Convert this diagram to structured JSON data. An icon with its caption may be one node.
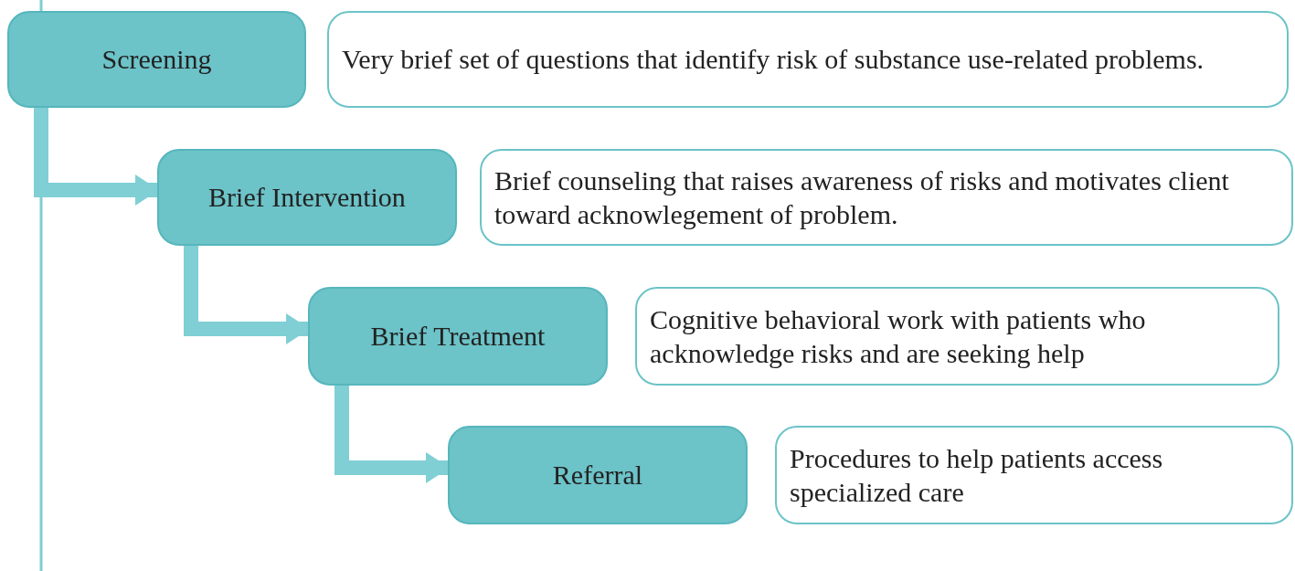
{
  "diagram": {
    "nodes": [
      {
        "text": [
          "Screening"
        ]
      },
      {
        "text": [
          "Very brief set of questions that identify risk of substance use-related problems."
        ]
      },
      {
        "text": [
          "Brief Intervention"
        ]
      },
      {
        "text": [
          "Brief counseling that raises awareness of risks and motivates client toward acknowlegement of problem."
        ]
      },
      {
        "text": [
          "Brief Treatment"
        ]
      },
      {
        "text": [
          "Cognitive behavioral work with patients who acknowledge risks and are seeking help"
        ]
      },
      {
        "text": [
          "Referral"
        ]
      },
      {
        "text": [
          "Procedures to help patients access specialized care"
        ]
      }
    ],
    "edges": [
      {
        "from": 0,
        "to": 2,
        "arrow": "to"
      },
      {
        "from": 2,
        "to": 4,
        "arrow": "to"
      },
      {
        "from": 4,
        "to": 6,
        "arrow": "to"
      }
    ]
  }
}
